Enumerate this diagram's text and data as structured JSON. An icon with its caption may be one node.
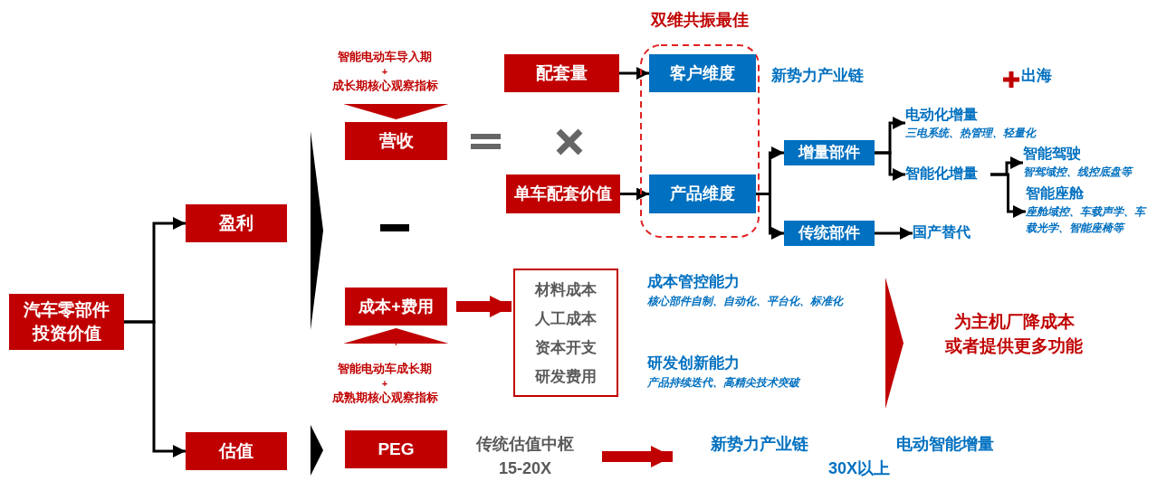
{
  "diagram": {
    "nodes": [
      {
        "text": [
          "汽车零部件投资价值"
        ]
      },
      {
        "text": [
          "盈利"
        ]
      },
      {
        "text": [
          "估值"
        ]
      },
      {
        "text": [
          "智能电动车导入期",
          "+",
          "成长期核心观察指标"
        ]
      },
      {
        "text": [
          "营收"
        ]
      },
      {
        "text": [
          "成本+费用"
        ]
      },
      {
        "text": [
          "智能电动车成长期",
          "+",
          "成熟期核心观察指标"
        ]
      },
      {
        "text": [
          "PEG"
        ]
      },
      {
        "text": [
          "配套量"
        ]
      },
      {
        "text": [
          "单车配套价值"
        ]
      },
      {
        "text": [
          "双维共振最佳"
        ]
      },
      {
        "text": [
          "客户维度"
        ],
        "in": 10
      },
      {
        "text": [
          "产品维度"
        ],
        "in": 10
      },
      {
        "text": [
          "增量部件"
        ]
      },
      {
        "text": [
          "传统部件"
        ]
      },
      {
        "text": [
          "电动化增量",
          "三电系统、热管理、轻量化"
        ]
      },
      {
        "text": [
          "智能化增量"
        ]
      },
      {
        "text": [
          "智能驾驶",
          "智驾域控、线控底盘等"
        ]
      },
      {
        "text": [
          "智能座舱",
          "座舱域控、车载声学、车载光学、智能座椅等"
        ]
      },
      {
        "text": [
          "国产替代"
        ]
      },
      {
        "text": [
          "材料成本",
          "人工成本",
          "资本开支",
          "研发费用"
        ]
      },
      {
        "text": [
          "成本管控能力",
          "核心部件自制、自动化、平台化、标准化"
        ]
      },
      {
        "text": [
          "研发创新能力",
          "产品持续迭代、高精尖技术突破"
        ]
      },
      {
        "text": [
          "为主机厂降成本",
          "或者提供更多功能"
        ]
      },
      {
        "text": [
          "传统估值中枢",
          "15-20X"
        ]
      },
      {
        "text": [
          "新势力产业链",
          "电动智能增量",
          "30X以上"
        ]
      },
      {
        "text": [],
        "shape": "chevron"
      },
      {
        "text": [],
        "shape": "chevron"
      },
      {
        "text": [],
        "shape": "chevron"
      }
    ],
    "edges": [
      {
        "from": 0,
        "to": 1,
        "arrow": "to"
      },
      {
        "from": 0,
        "to": 2,
        "arrow": "to"
      },
      {
        "from": 3,
        "to": 4,
        "arrow": "to",
        "color": "#c00000"
      },
      {
        "from": 6,
        "to": 5,
        "arrow": "to",
        "color": "#c00000"
      },
      {
        "from": 8,
        "to": 11,
        "arrow": "to"
      },
      {
        "from": 9,
        "to": 12,
        "arrow": "to"
      },
      {
        "from": 12,
        "to": 13,
        "arrow": "to"
      },
      {
        "from": 12,
        "to": 14,
        "arrow": "to"
      },
      {
        "from": 13,
        "to": 15,
        "arrow": "to"
      },
      {
        "from": 13,
        "to": 16,
        "arrow": "to"
      },
      {
        "from": 16,
        "to": 17,
        "arrow": "to"
      },
      {
        "from": 16,
        "to": 18,
        "arrow": "to"
      },
      {
        "from": 14,
        "to": 19,
        "arrow": "to"
      },
      {
        "from": 5,
        "to": 20,
        "arrow": "to",
        "style": "thick",
        "color": "#c00000"
      },
      {
        "from": 24,
        "to": 25,
        "arrow": "to",
        "style": "thick",
        "color": "#c00000"
      }
    ],
    "labels": [
      "新势力产业链",
      "出海"
    ]
  }
}
